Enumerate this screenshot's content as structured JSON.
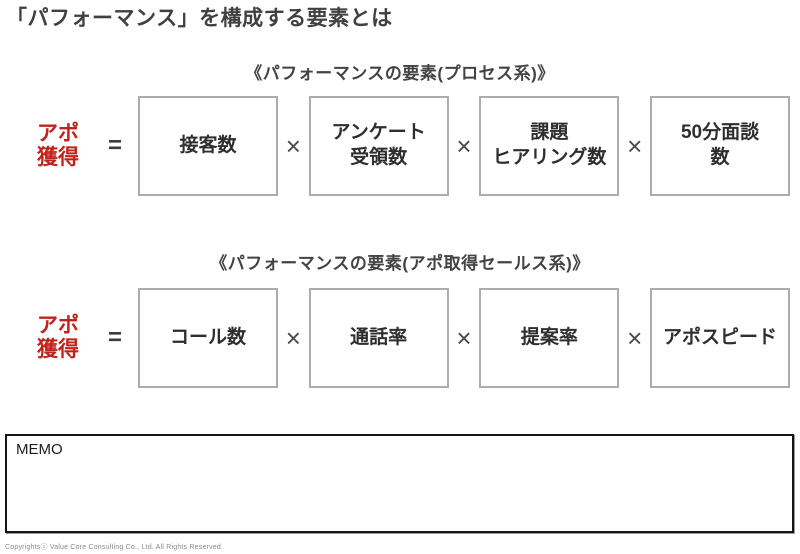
{
  "page": {
    "title": "「パフォーマンス」を構成する要素とは"
  },
  "colors": {
    "accent_red": "#c0231c",
    "box_border": "#ababab"
  },
  "operators": {
    "equals": "=",
    "times": "×"
  },
  "sections": [
    {
      "heading": "《パフォーマンスの要素(プロセス系)》",
      "result_label": "アポ\n獲得",
      "factors": [
        "接客数",
        "アンケート\n受領数",
        "課題\nヒアリング数",
        "50分面談\n数"
      ]
    },
    {
      "heading": "《パフォーマンスの要素(アポ取得セールス系)》",
      "result_label": "アポ\n獲得",
      "factors": [
        "コール数",
        "通話率",
        "提案率",
        "アポスピード"
      ]
    }
  ],
  "memo": {
    "label": "MEMO"
  },
  "footer": {
    "copyright": "Copyrightsⓒ Value Core Consulting Co., Ltd.  All Rights Reserved."
  }
}
